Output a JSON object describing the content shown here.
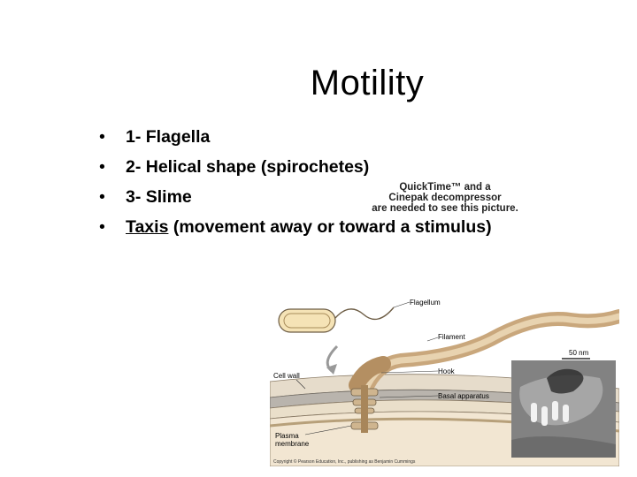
{
  "slide": {
    "title": "Motility",
    "bullets": [
      {
        "marker": "•",
        "text": "1- Flagella"
      },
      {
        "marker": "•",
        "text": "2- Helical shape (spirochetes)"
      },
      {
        "marker": "•",
        "text": "3- Slime"
      },
      {
        "marker": "•",
        "underlined": "Taxis",
        "text": " (movement away or toward a stimulus)"
      }
    ],
    "quicktime_notice": [
      "QuickTime™ and a",
      "Cinepak decompressor",
      "are needed to see this picture."
    ],
    "figure": {
      "labels": {
        "flagellum": "Flagellum",
        "filament": "Filament",
        "hook": "Hook",
        "cell_wall": "Cell wall",
        "basal_apparatus": "Basal apparatus",
        "plasma_membrane_1": "Plasma",
        "plasma_membrane_2": "membrane",
        "scale": "50 nm"
      },
      "copyright": "Copyright © Pearson Education, Inc., publishing as Benjamin Cummings"
    }
  }
}
